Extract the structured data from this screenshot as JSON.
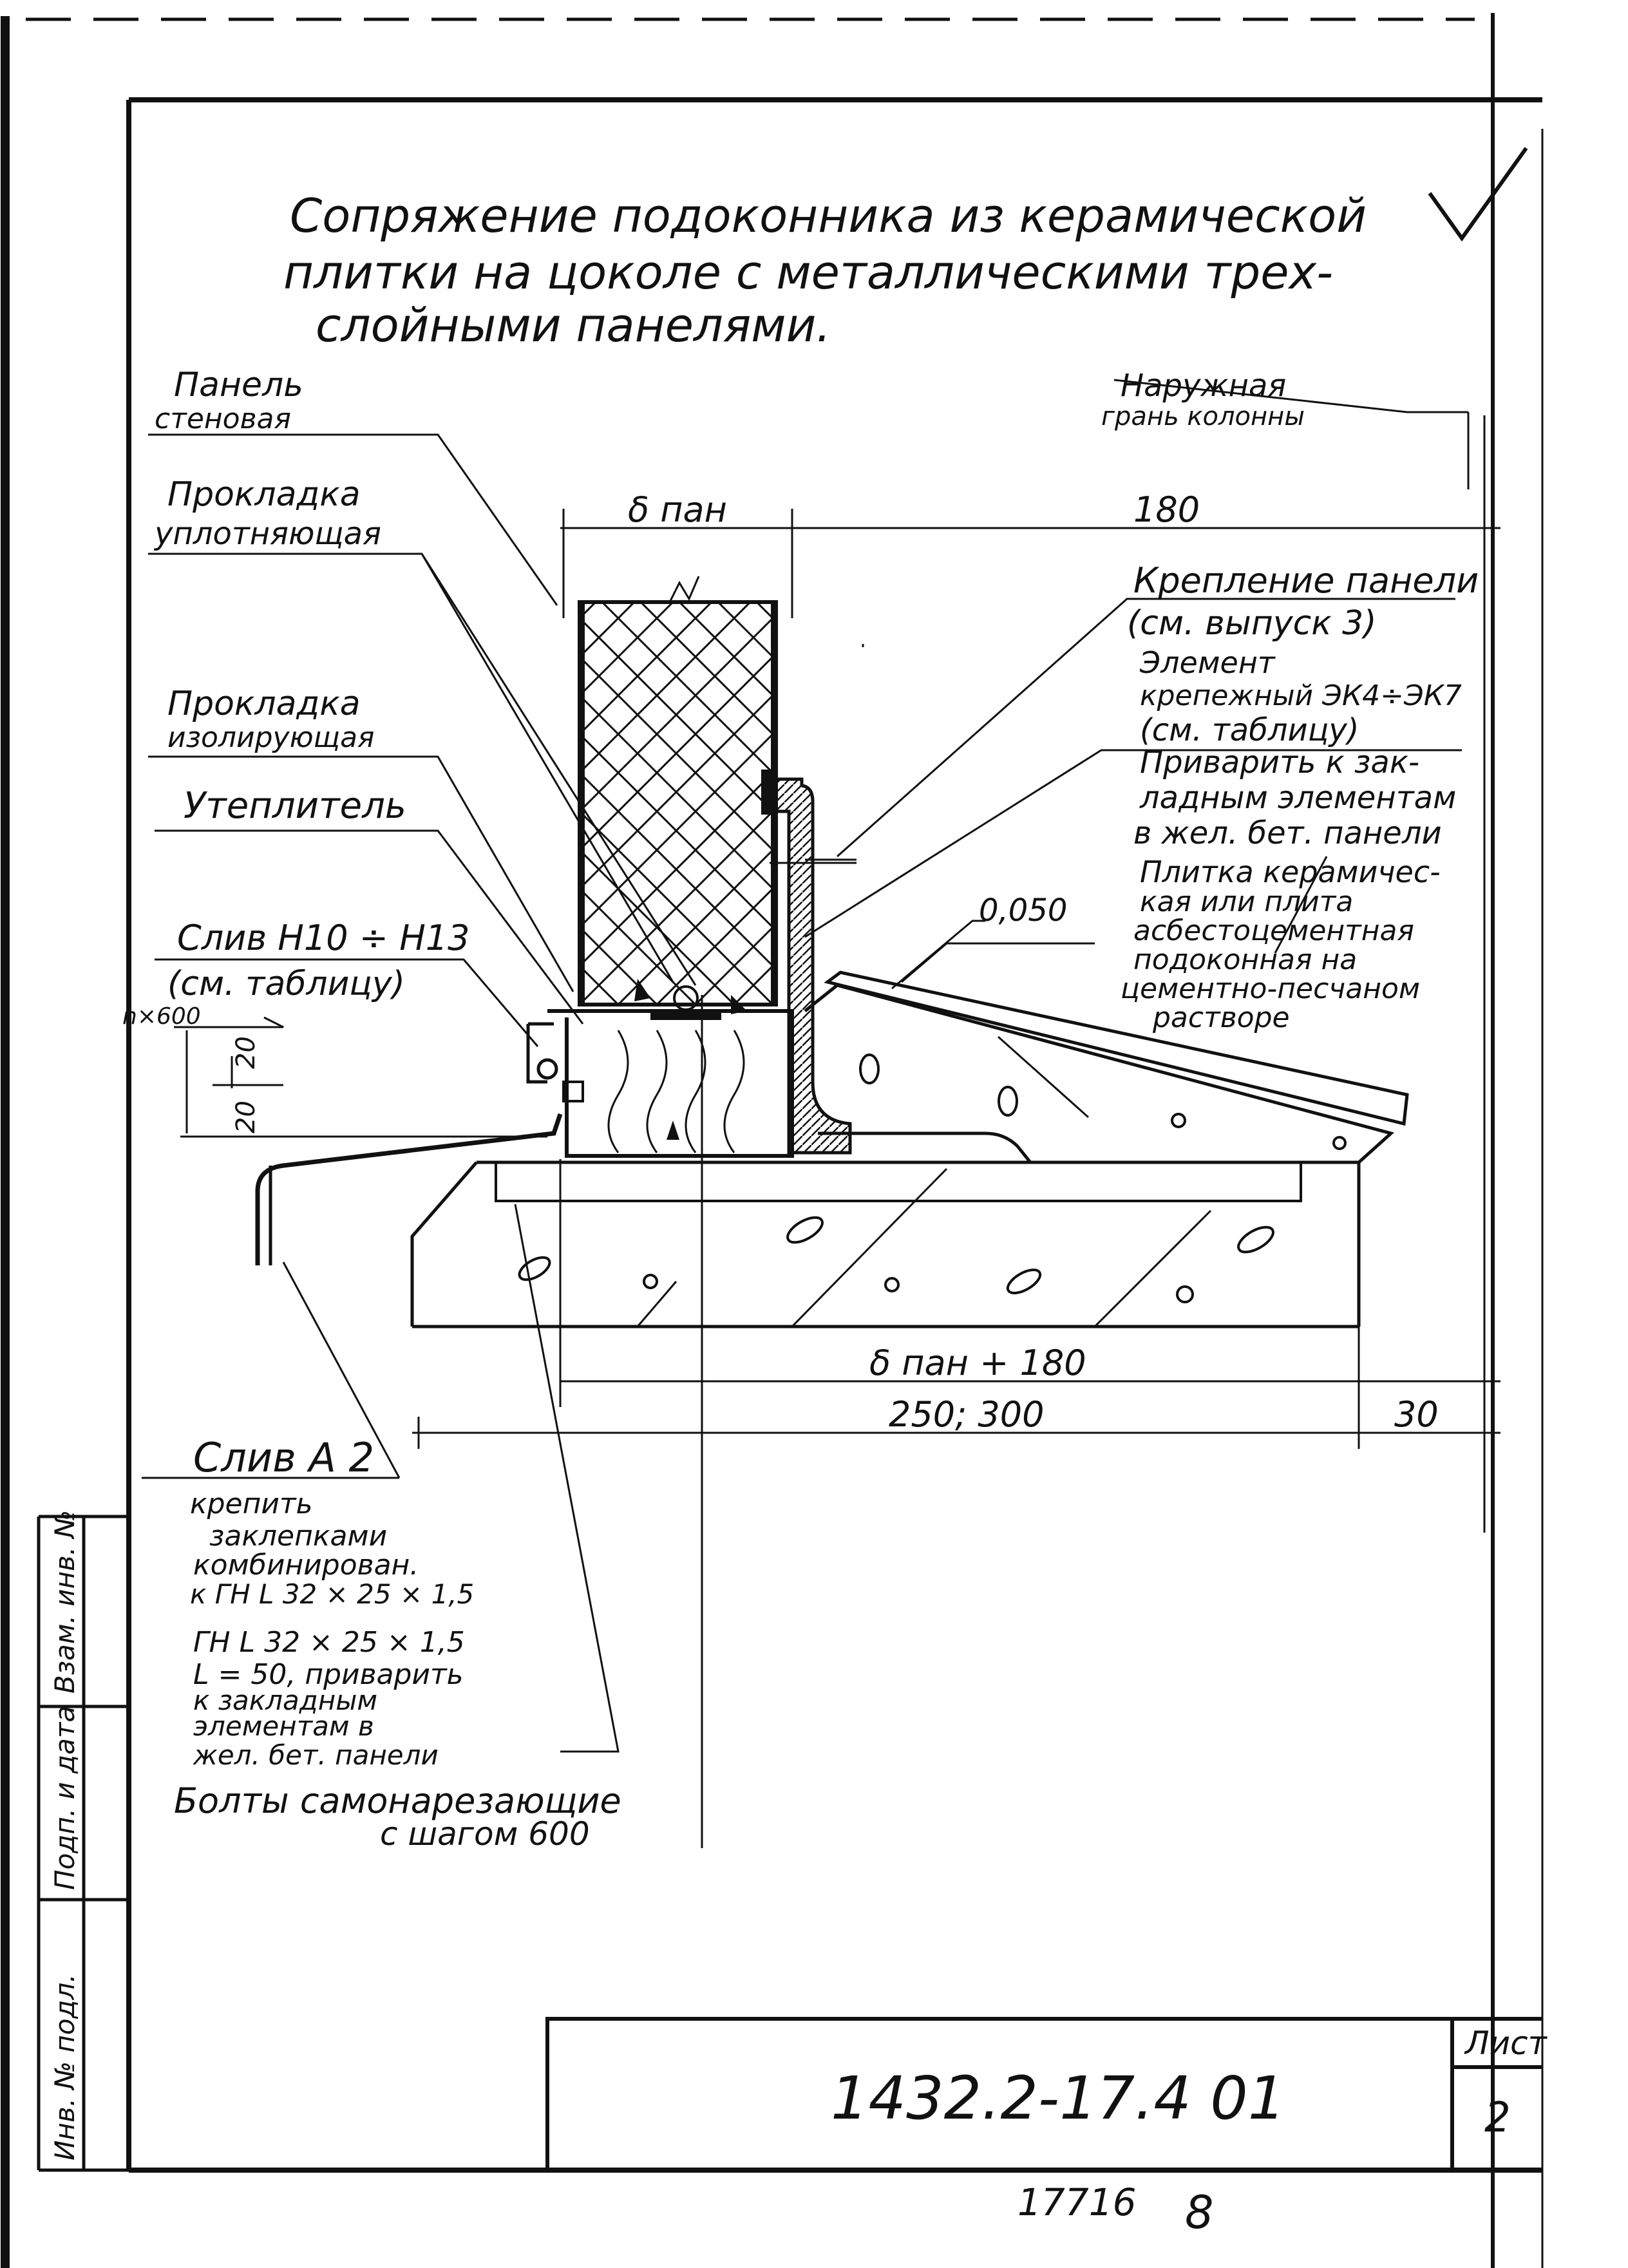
{
  "title": {
    "lines": [
      "Сопряжение подоконника из керамической",
      "плитки на цоколе с металлическими трех-",
      "слойными панелями."
    ]
  },
  "labels": {
    "panel_wall": [
      "Панель",
      "стеновая"
    ],
    "gasket_seal": [
      "Прокладка",
      "уплотняющая"
    ],
    "gasket_insul": [
      "Прокладка",
      "изолирующая"
    ],
    "insulation": "Утеплитель",
    "drip_h": [
      "Слив Н10 ÷ Н13",
      "(см. таблицу)"
    ],
    "outer_face": [
      "Наружная",
      "грань колонны"
    ],
    "fastening": [
      "Крепление панели",
      "(см. выпуск 3)"
    ],
    "element": [
      "Элемент",
      "крепежный ЭК4÷ЭК7",
      "(см. таблицу)"
    ],
    "weld": [
      "Приварить к зак-",
      "ладным элементам",
      "в жел. бет. панели"
    ],
    "tile": [
      "Плитка керамичес-",
      "кая или плита",
      "асбестоцементная",
      "подоконная на",
      "цементно-песчаном",
      "растворе"
    ],
    "drip_a2": "Слив А 2",
    "drip_a2_desc": [
      "крепить",
      "заклепками",
      "комбинирован.",
      "к ГН L 32 × 25 × 1,5"
    ],
    "gn_desc": [
      "ГН L 32 × 25 × 1,5",
      "L = 50, приварить",
      "к закладным",
      "элементам в",
      "жел. бет. панели"
    ],
    "bolts": [
      "Болты самонарезающие",
      "с шагом 600"
    ]
  },
  "dimensions": {
    "delta_pan": "δ пан",
    "d180": "180",
    "level": "0,050",
    "n600": "n×600",
    "d20a": "20",
    "d20b": "20",
    "sum1": "δ пан + 180",
    "sum2": "250; 300",
    "d30": "30"
  },
  "stamp": {
    "side_cells": [
      "Взам. инв. №",
      "Подп. и дата",
      "Инв. № подл."
    ],
    "doc_number": "1432.2-17.4 01",
    "sheet_label": "Лист",
    "sheet_number": "2",
    "extra_number": "17716",
    "extra_sheet": "8"
  }
}
